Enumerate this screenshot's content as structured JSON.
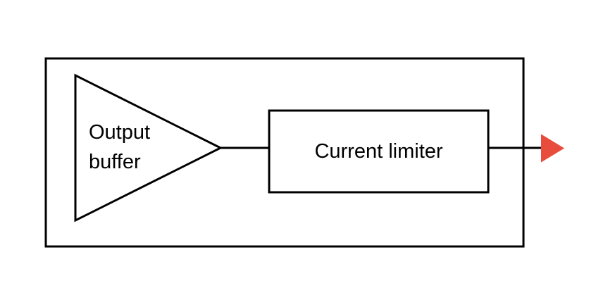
{
  "diagram": {
    "type": "block-diagram",
    "background": "#ffffff",
    "nodes": [
      {
        "id": "output-buffer",
        "shape": "triangle-right",
        "label": "Output\nbuffer"
      },
      {
        "id": "current-limiter",
        "shape": "rect",
        "label": "Current limiter"
      }
    ],
    "connections": [
      {
        "from": "output-buffer",
        "to": "current-limiter",
        "style": "line"
      },
      {
        "from": "current-limiter",
        "to": "output-terminal",
        "style": "line-with-arrowhead"
      }
    ],
    "colors": {
      "line": "#000000",
      "shape_fill": "#ffffff",
      "arrow_fill": "#e84c3d",
      "text": "#000000"
    }
  }
}
